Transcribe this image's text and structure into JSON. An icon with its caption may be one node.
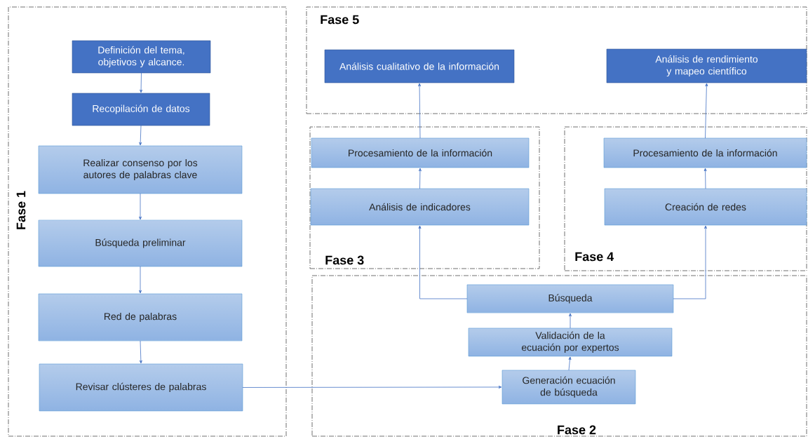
{
  "diagram": {
    "nodes": [
      {
        "text": [
          "Fase 1"
        ]
      },
      {
        "text": [
          "Definición del tema, objetivos y alcance."
        ],
        "in": 0
      },
      {
        "text": [
          "Recopilación de datos"
        ],
        "in": 0
      },
      {
        "text": [
          "Realizar consenso por los autores de palabras clave"
        ],
        "in": 0
      },
      {
        "text": [
          "Búsqueda preliminar"
        ],
        "in": 0
      },
      {
        "text": [
          "Red de palabras"
        ],
        "in": 0
      },
      {
        "text": [
          "Revisar clústeres de palabras"
        ],
        "in": 0
      },
      {
        "text": [
          "Fase 5"
        ]
      },
      {
        "text": [
          "Análisis cualitativo de la información"
        ],
        "in": 7
      },
      {
        "text": [
          "Análisis de rendimiento y mapeo científico"
        ],
        "in": 7
      },
      {
        "text": [
          "Fase 3"
        ]
      },
      {
        "text": [
          "Procesamiento de la información"
        ],
        "in": 10
      },
      {
        "text": [
          "Análisis de indicadores"
        ],
        "in": 10
      },
      {
        "text": [
          "Fase 4"
        ]
      },
      {
        "text": [
          "Procesamiento de la información"
        ],
        "in": 13
      },
      {
        "text": [
          "Creación de redes"
        ],
        "in": 13
      },
      {
        "text": [
          "Fase 2"
        ]
      },
      {
        "text": [
          "Búsqueda"
        ],
        "in": 16
      },
      {
        "text": [
          "Validación de la ecuación por expertos"
        ],
        "in": 16
      },
      {
        "text": [
          "Generación ecuación de búsqueda"
        ],
        "in": 16
      }
    ],
    "edges": [
      {
        "from": 1,
        "to": 2,
        "arrow": "to"
      },
      {
        "from": 2,
        "to": 3,
        "arrow": "to"
      },
      {
        "from": 3,
        "to": 4,
        "arrow": "to"
      },
      {
        "from": 4,
        "to": 5,
        "arrow": "to"
      },
      {
        "from": 5,
        "to": 6,
        "arrow": "to"
      },
      {
        "from": 6,
        "to": 19,
        "arrow": "to"
      },
      {
        "from": 19,
        "to": 18,
        "arrow": "to"
      },
      {
        "from": 18,
        "to": 17,
        "arrow": "to"
      },
      {
        "from": 17,
        "to": 12,
        "arrow": "to"
      },
      {
        "from": 17,
        "to": 15,
        "arrow": "to"
      },
      {
        "from": 12,
        "to": 11,
        "arrow": "to"
      },
      {
        "from": 11,
        "to": 8,
        "arrow": "to"
      },
      {
        "from": 15,
        "to": 14,
        "arrow": "to"
      },
      {
        "from": 14,
        "to": 9,
        "arrow": "to"
      }
    ]
  }
}
